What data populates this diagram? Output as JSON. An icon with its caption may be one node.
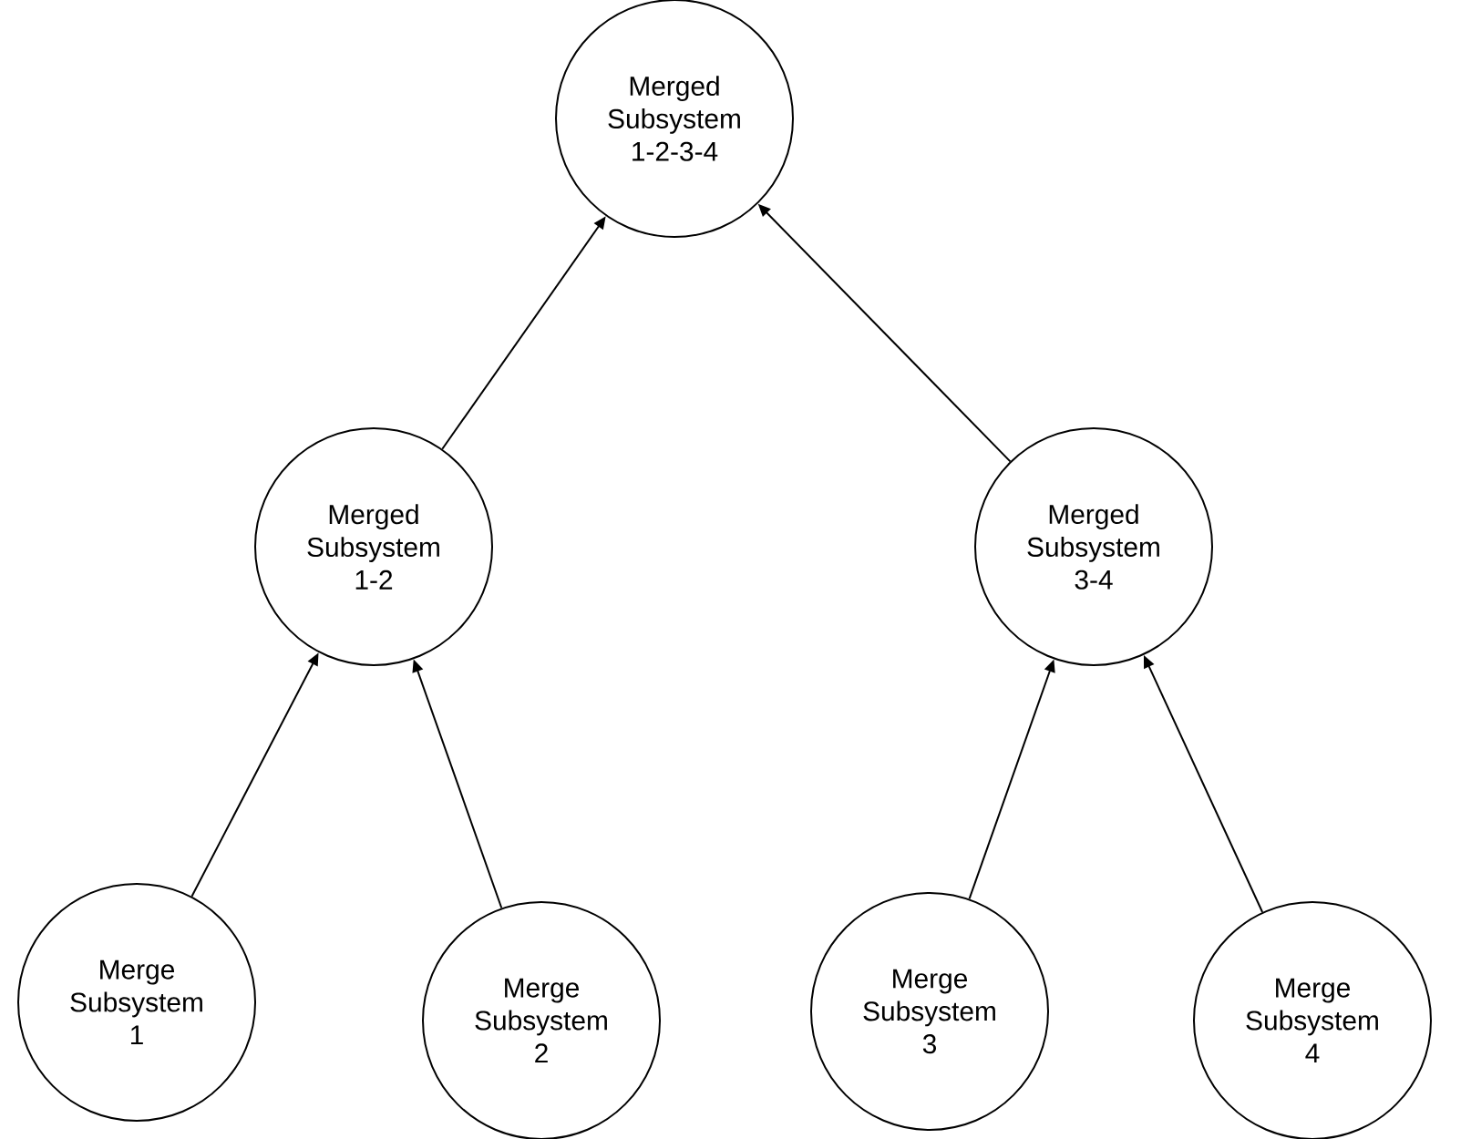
{
  "diagram": {
    "nodes": [
      {
        "text": [
          "Merged Subsystem 1-2-3-4"
        ]
      },
      {
        "text": [
          "Merged Subsystem 1-2"
        ]
      },
      {
        "text": [
          "Merged Subsystem 3-4"
        ]
      },
      {
        "text": [
          "Merge Subsystem 1"
        ]
      },
      {
        "text": [
          "Merge Subsystem 2"
        ]
      },
      {
        "text": [
          "Merge Subsystem 3"
        ]
      },
      {
        "text": [
          "Merge Subsystem 4"
        ]
      }
    ],
    "edges": [
      {
        "from": 3,
        "to": 1,
        "arrow": "to"
      },
      {
        "from": 4,
        "to": 1,
        "arrow": "to"
      },
      {
        "from": 5,
        "to": 2,
        "arrow": "to"
      },
      {
        "from": 6,
        "to": 2,
        "arrow": "to"
      },
      {
        "from": 1,
        "to": 0,
        "arrow": "to"
      },
      {
        "from": 2,
        "to": 0,
        "arrow": "to"
      }
    ]
  }
}
